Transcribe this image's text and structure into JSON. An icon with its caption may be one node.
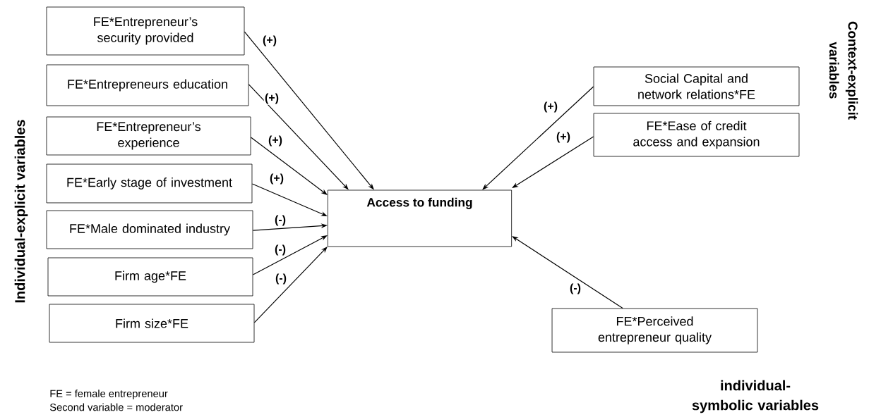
{
  "diagram": {
    "nodes": [
      {
        "text": [
          "FE*Entrepreneur’s security provided"
        ]
      },
      {
        "text": [
          "FE*Entrepreneurs education"
        ]
      },
      {
        "text": [
          "FE*Entrepreneur’s experience"
        ]
      },
      {
        "text": [
          "FE*Early stage of investment"
        ]
      },
      {
        "text": [
          "FE*Male dominated industry"
        ]
      },
      {
        "text": [
          "Firm age*FE"
        ]
      },
      {
        "text": [
          "Firm size*FE"
        ]
      },
      {
        "text": [
          "Access to funding"
        ]
      },
      {
        "text": [
          "Social  Capital and network relations*FE"
        ]
      },
      {
        "text": [
          "FE*Ease of credit access and expansion"
        ]
      },
      {
        "text": [
          "FE*Perceived entrepreneur quality"
        ]
      }
    ],
    "edges": [
      {
        "from": 0,
        "to": 7,
        "arrow": "to",
        "label": "(+)"
      },
      {
        "from": 1,
        "to": 7,
        "arrow": "to",
        "label": "(+)"
      },
      {
        "from": 2,
        "to": 7,
        "arrow": "to",
        "label": "(+)"
      },
      {
        "from": 3,
        "to": 7,
        "arrow": "to",
        "label": "(+)"
      },
      {
        "from": 4,
        "to": 7,
        "arrow": "to",
        "label": "(-)"
      },
      {
        "from": 5,
        "to": 7,
        "arrow": "to",
        "label": "(-)"
      },
      {
        "from": 6,
        "to": 7,
        "arrow": "to",
        "label": "(-)"
      },
      {
        "from": 8,
        "to": 7,
        "arrow": "to",
        "label": "(+)"
      },
      {
        "from": 9,
        "to": 7,
        "arrow": "to",
        "label": "(+)"
      },
      {
        "from": 10,
        "to": 7,
        "arrow": "to",
        "label": "(-)"
      }
    ],
    "labels": [
      "Context-explicit variables",
      "Individual-explicit variables",
      "FE = female entrepreneur",
      "Second variable = moderator",
      "individual-symbolic variables"
    ]
  }
}
